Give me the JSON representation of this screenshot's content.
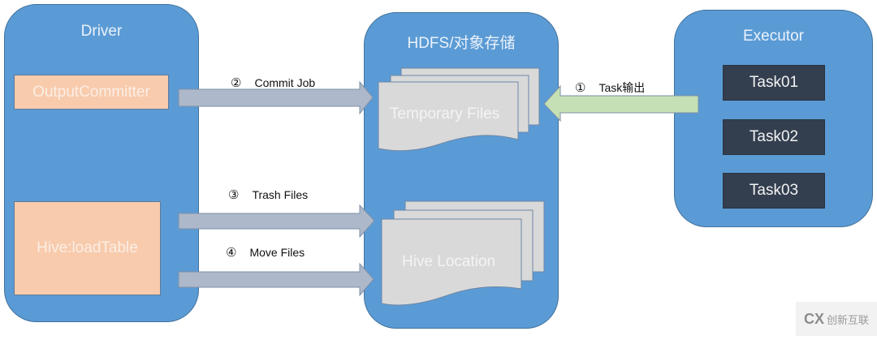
{
  "driver": {
    "title": "Driver",
    "components": [
      "OutputCommitter",
      "Hive:loadTable"
    ]
  },
  "storage": {
    "title": "HDFS/对象存储",
    "file_stacks": [
      "Temporary Files",
      "Hive Location"
    ]
  },
  "executor": {
    "title": "Executor",
    "tasks": [
      "Task01",
      "Task02",
      "Task03"
    ]
  },
  "steps": [
    {
      "num": "①",
      "label": "Task输出",
      "from": "executor",
      "to": "Temporary Files",
      "color": "#c5e0b4"
    },
    {
      "num": "②",
      "label": "Commit Job",
      "from": "OutputCommitter",
      "to": "Temporary Files",
      "color": "#adb9ca"
    },
    {
      "num": "③",
      "label": "Trash Files",
      "from": "Hive:loadTable",
      "to": "Hive Location",
      "color": "#adb9ca"
    },
    {
      "num": "④",
      "label": "Move Files",
      "from": "Hive:loadTable",
      "to": "Hive Location",
      "color": "#adb9ca"
    }
  ],
  "colors": {
    "panel": "#5b9bd5",
    "component": "#f8cbad",
    "task": "#333f4f",
    "file": "#d9d9d9"
  },
  "watermark": {
    "logo": "CX",
    "text": "创新互联"
  }
}
